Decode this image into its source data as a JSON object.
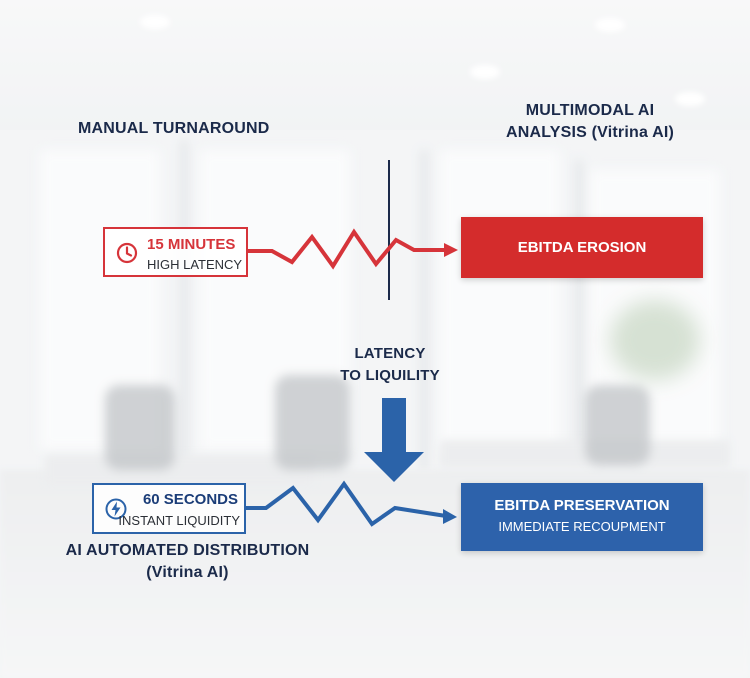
{
  "headers": {
    "manual": "MANUAL TURNAROUND",
    "ai": [
      "MULTIMODAL AI",
      "ANALYSIS (Vitrina AI)"
    ],
    "latency": [
      "LATENCY",
      "TO LIQUILITY"
    ],
    "distribution": [
      "AI AUTOMATED DISTRIBUTION",
      "(Vitrina AI)"
    ]
  },
  "slow_path": {
    "time": "15 MINUTES",
    "label": "HIGH LATENCY",
    "icon": "clock-icon",
    "outcome": "EBITDA EROSION",
    "color": "#d6343a"
  },
  "fast_path": {
    "time": "60 SECONDS",
    "label": "INSTANT LIQUIDITY",
    "icon": "lightning-icon",
    "outcome": "EBITDA PRESERVATION",
    "outcome_sub": "IMMEDIATE RECOUPMENT",
    "color": "#2b63a9"
  },
  "colors": {
    "navy": "#1b2a4a",
    "red": "#d42c2c",
    "blue": "#2d62ab"
  }
}
